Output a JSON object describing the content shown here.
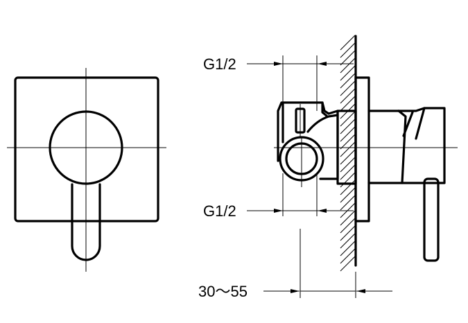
{
  "labels": {
    "inlet_top": "G1/2",
    "outlet_bottom": "G1/2",
    "wall_depth": "30～55"
  }
}
